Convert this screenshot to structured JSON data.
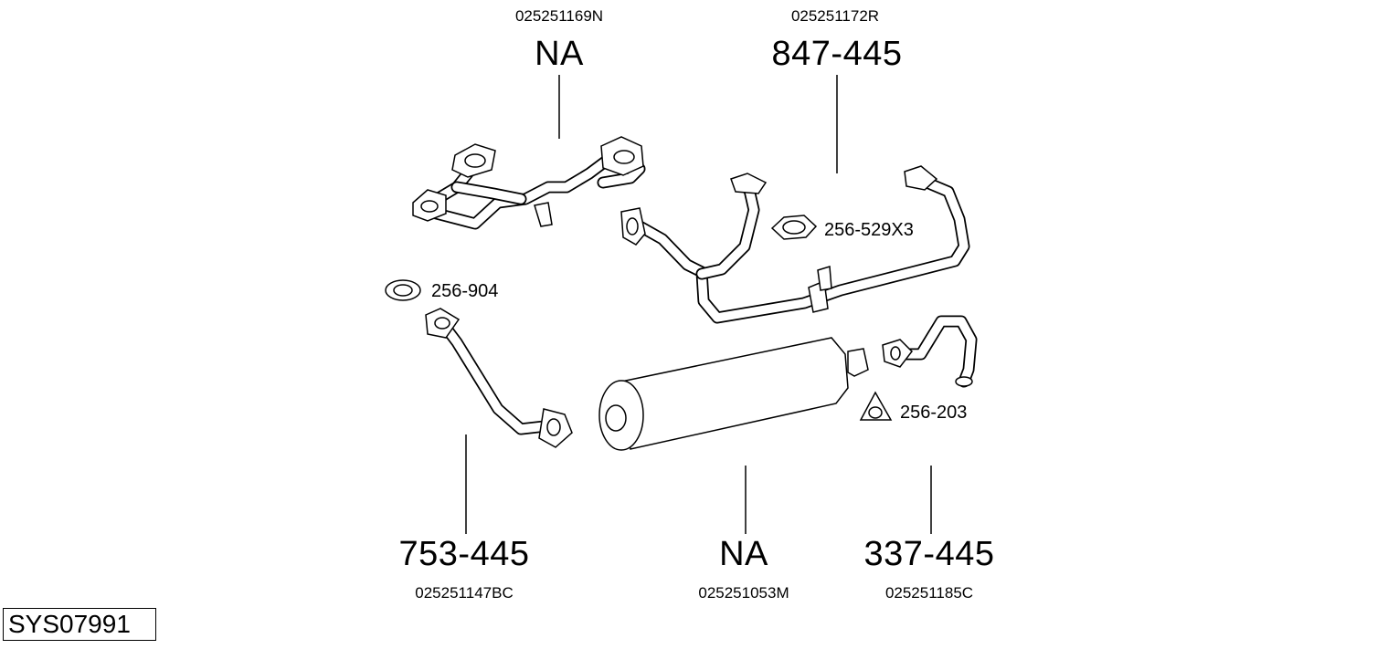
{
  "diagram": {
    "system_code": "SYS07991",
    "parts": [
      {
        "id": "front-pipe",
        "oem": "025251169N",
        "part_number": "NA"
      },
      {
        "id": "center-pipe",
        "oem": "025251172R",
        "part_number": "847-445"
      },
      {
        "id": "connecting-pipe",
        "oem": "025251147BC",
        "part_number": "753-445"
      },
      {
        "id": "rear-silencer",
        "oem": "025251053M",
        "part_number": "NA"
      },
      {
        "id": "tail-pipe",
        "oem": "025251185C",
        "part_number": "337-445"
      }
    ],
    "accessories": [
      {
        "id": "gasket-1",
        "part_number": "256-529X3"
      },
      {
        "id": "ring-gasket",
        "part_number": "256-904"
      },
      {
        "id": "gasket-2",
        "part_number": "256-203"
      }
    ]
  }
}
